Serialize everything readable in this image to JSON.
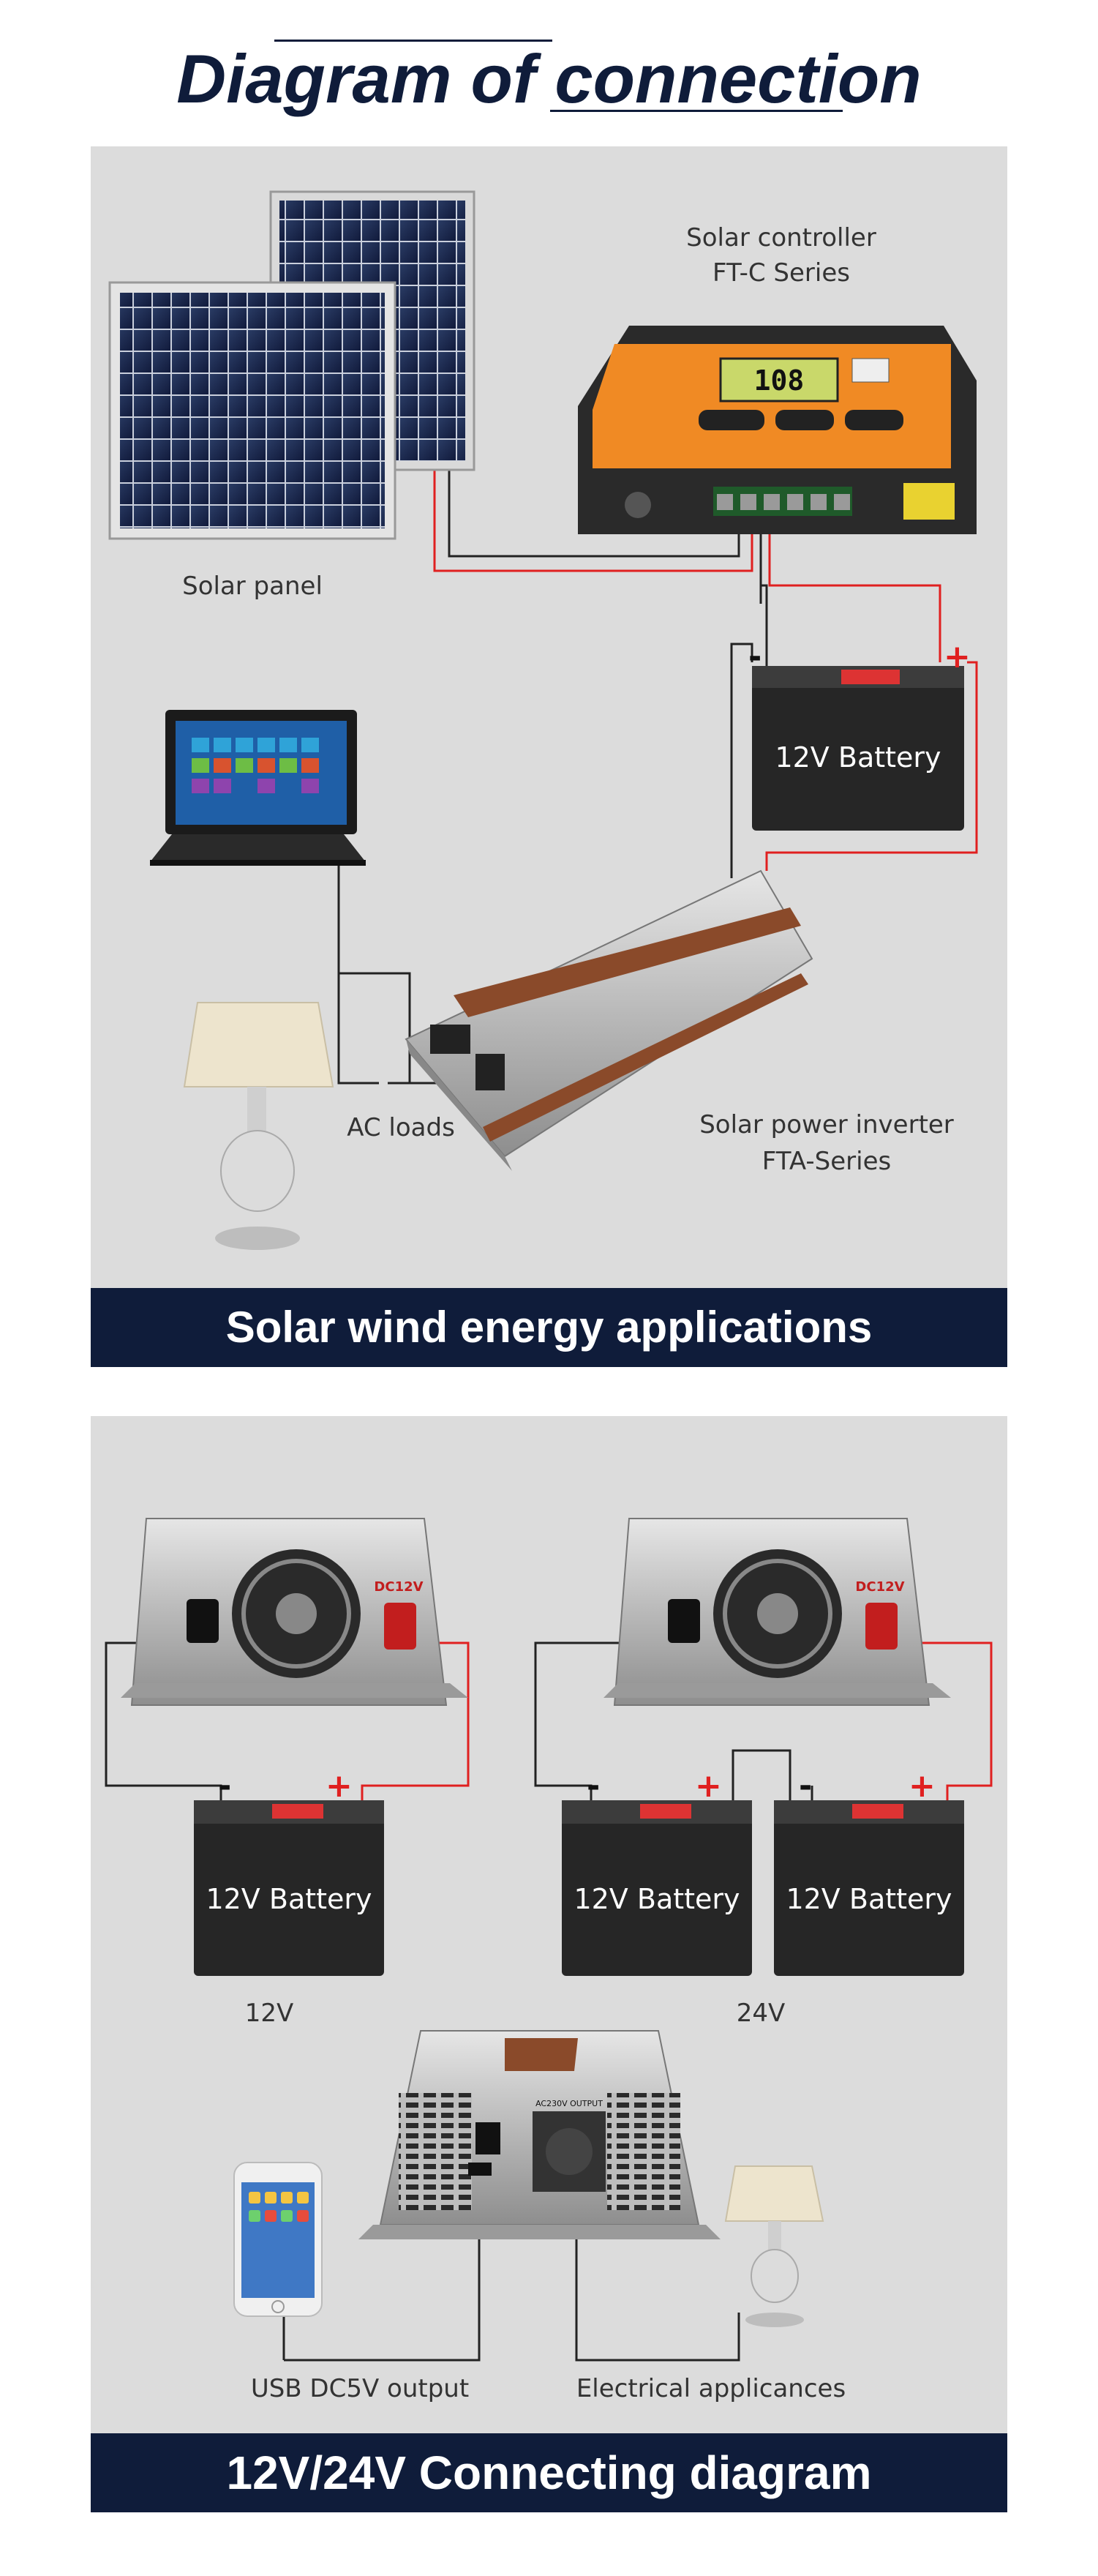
{
  "header": {
    "title": "Diagram of connection"
  },
  "section1": {
    "labels": {
      "controller_line1": "Solar controller",
      "controller_line2": "FT-C Series",
      "panel": "Solar panel",
      "battery": "12V Battery",
      "ac_loads": "AC loads",
      "inverter_line1": "Solar power inverter",
      "inverter_line2": "FTA-Series"
    },
    "controller_display": "108",
    "banner": "Solar wind energy applications"
  },
  "section2": {
    "labels": {
      "battery": "12V Battery",
      "v12": "12V",
      "v24": "24V",
      "usb": "USB DC5V output",
      "appliances": "Electrical applicances"
    },
    "inverter_tag": "DC12V",
    "inverter_output": "AC230V OUTPUT",
    "banner": "12V/24V Connecting diagram"
  },
  "colors": {
    "panel_bg": "#dcdcdc",
    "banner_bg": "#0f1c3a",
    "title": "#0f1c3a",
    "positive_wire": "#e02020",
    "negative_wire": "#222222",
    "controller_orange": "#f08a24"
  },
  "icons": [
    "solar-panel-icon",
    "charge-controller-icon",
    "battery-icon",
    "laptop-icon",
    "lamp-icon",
    "inverter-icon",
    "smartphone-icon"
  ]
}
